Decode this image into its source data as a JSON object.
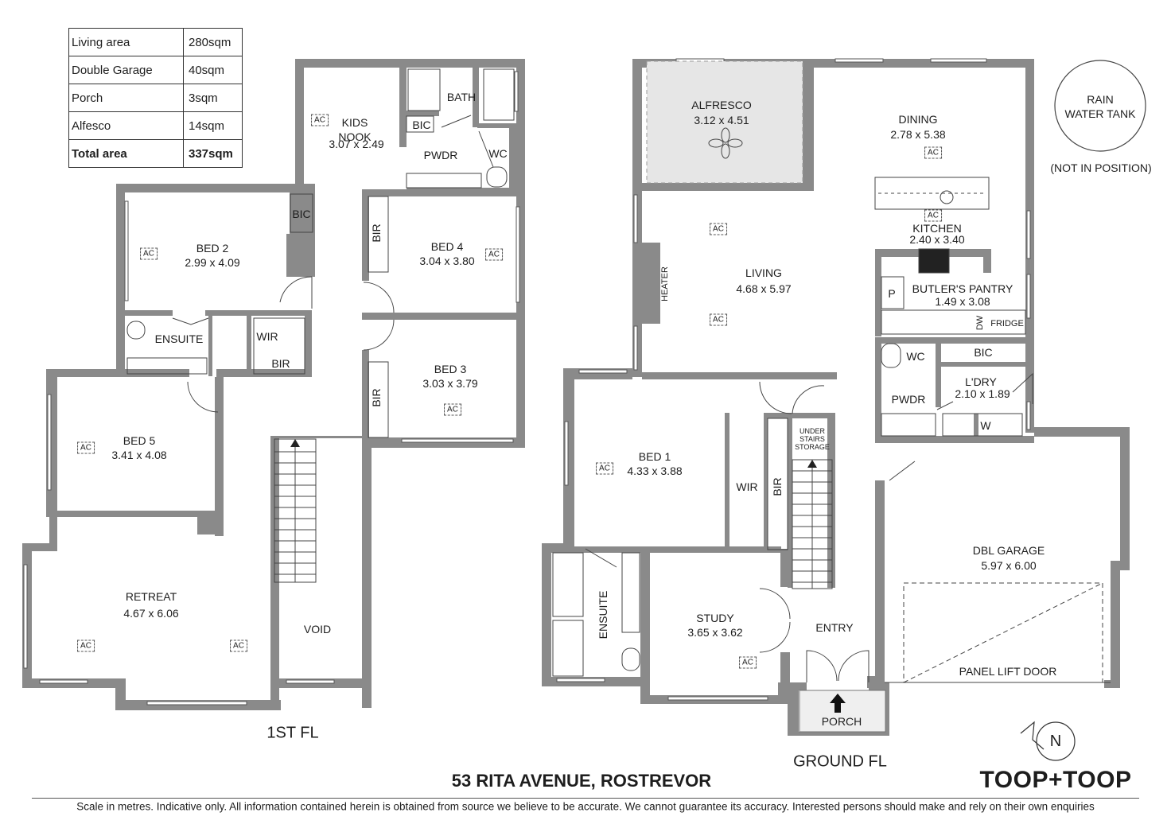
{
  "area_table": [
    {
      "label": "Living area",
      "value": "280sqm"
    },
    {
      "label": "Double Garage",
      "value": "40sqm"
    },
    {
      "label": "Porch",
      "value": "3sqm"
    },
    {
      "label": "Alfesco",
      "value": "14sqm"
    },
    {
      "label": "Total area",
      "value": "337sqm"
    }
  ],
  "first_floor": {
    "label": "1ST FL",
    "rooms": {
      "kids_nook": {
        "name": "KIDS\nNOOK",
        "size": "3.07 x 2.49"
      },
      "bath": "BATH",
      "bic_bath": "BIC",
      "pwdr": "PWDR",
      "wc": "WC",
      "bed2": {
        "name": "BED 2",
        "size": "2.99 x 4.09"
      },
      "bic_bed2": "BIC",
      "bed4": {
        "name": "BED 4",
        "size": "3.04 x 3.80"
      },
      "bir_bed4": "BIR",
      "ensuite": "ENSUITE",
      "wir": "WIR",
      "bir_wir": "BIR",
      "bed3": {
        "name": "BED 3",
        "size": "3.03 x 3.79"
      },
      "bir_bed3": "BIR",
      "bed5": {
        "name": "BED 5",
        "size": "3.41 x 4.08"
      },
      "retreat": {
        "name": "RETREAT",
        "size": "4.67 x 6.06"
      },
      "void": "VOID"
    }
  },
  "ground_floor": {
    "label": "GROUND FL",
    "rooms": {
      "alfresco": {
        "name": "ALFRESCO",
        "size": "3.12 x 4.51"
      },
      "dining": {
        "name": "DINING",
        "size": "2.78 x 5.38"
      },
      "kitchen": {
        "name": "KITCHEN",
        "size": "2.40 x 3.40"
      },
      "living": {
        "name": "LIVING",
        "size": "4.68 x 5.97"
      },
      "heater": "HEATER",
      "butlers_pantry": {
        "name": "BUTLER'S PANTRY",
        "size": "1.49 x 3.08"
      },
      "pantry_p": "P",
      "dw": "DW",
      "fridge": "FRIDGE",
      "wc": "WC",
      "bic": "BIC",
      "ldry": {
        "name": "L'DRY",
        "size": "2.10 x 1.89"
      },
      "pwdr": "PWDR",
      "w": "W",
      "bed1": {
        "name": "BED 1",
        "size": "4.33 x 3.88"
      },
      "wir": "WIR",
      "bir": "BIR",
      "under_stairs": "UNDER\nSTAIRS\nSTORAGE",
      "ensuite": "ENSUITE",
      "study": {
        "name": "STUDY",
        "size": "3.65 x 3.62"
      },
      "entry": "ENTRY",
      "porch": "PORCH",
      "garage": {
        "name": "DBL GARAGE",
        "size": "5.97 x 6.00"
      },
      "panel_lift_door": "PANEL LIFT DOOR"
    }
  },
  "ac_label": "AC",
  "rain_tank": {
    "name": "RAIN\nWATER TANK",
    "note": "(NOT IN POSITION)"
  },
  "north_label": "N",
  "address": "53 RITA AVENUE, ROSTREVOR",
  "brand": "TOOP+TOOP",
  "disclaimer": "Scale in metres. Indicative only. All information contained herein is obtained from source we believe to be accurate. We cannot guarantee its accuracy. Interested persons should make and rely on their own enquiries",
  "colors": {
    "wall": "#8a8a8a",
    "alfresco_fill": "#e6e6e6",
    "line": "#333333"
  }
}
